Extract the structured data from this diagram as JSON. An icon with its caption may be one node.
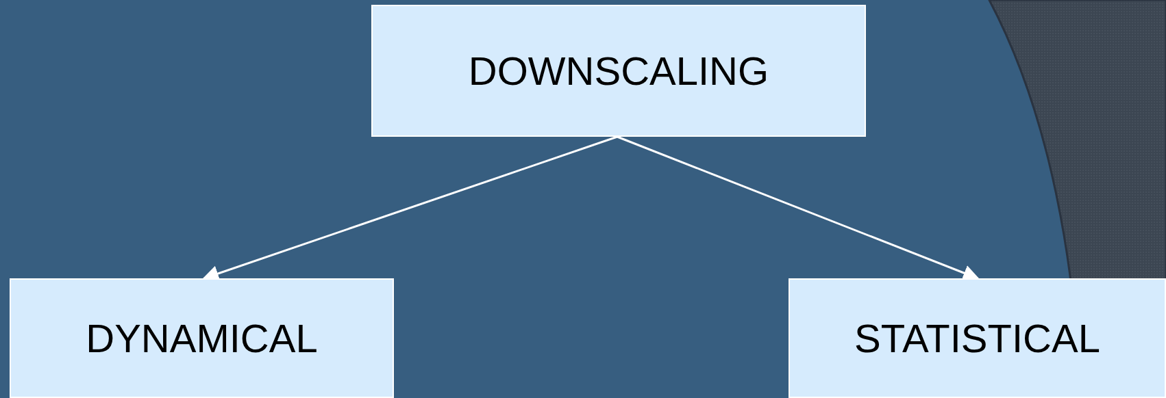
{
  "diagram": {
    "nodes": [
      {
        "text": [
          "DOWNSCALING"
        ]
      },
      {
        "text": [
          "DYNAMICAL"
        ]
      },
      {
        "text": [
          "STATISTICAL"
        ]
      }
    ],
    "edges": [
      {
        "from": 0,
        "to": 1,
        "arrow": "to"
      },
      {
        "from": 0,
        "to": 2,
        "arrow": "to"
      }
    ]
  }
}
